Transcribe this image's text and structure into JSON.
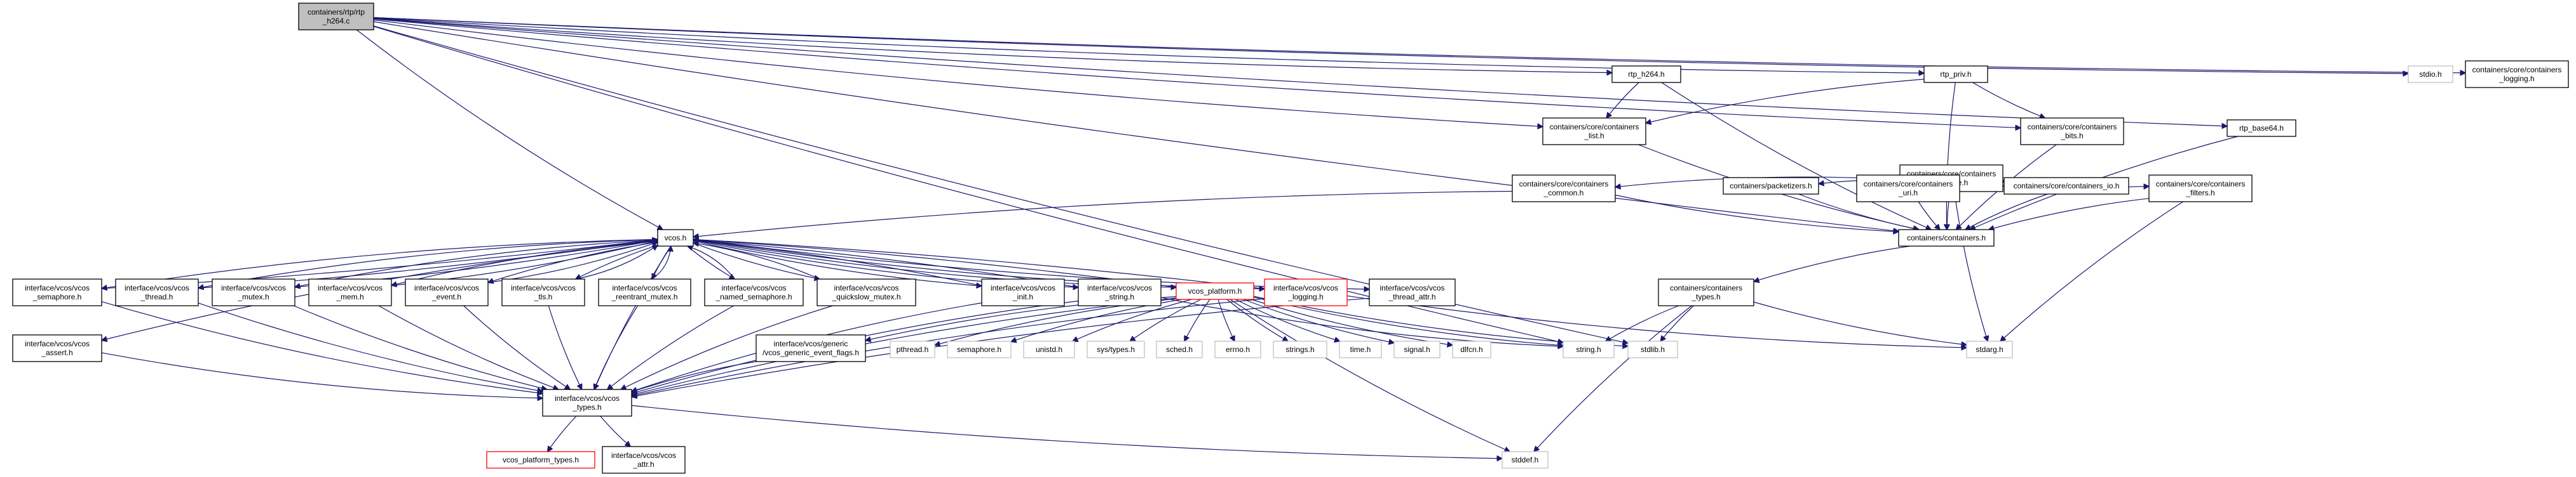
{
  "diagram": {
    "type": "include-dependency-graph",
    "colors": {
      "edge": "#191970",
      "root_fill": "#bfbfbf",
      "missing_border": "#bfbfbf",
      "truncated_border": "#ff0000",
      "border": "#000000"
    },
    "nodes": [
      {
        "id": "root",
        "lines": [
          "containers/rtp/rtp",
          "_h264.c"
        ],
        "style": "root"
      },
      {
        "id": "rtp_h264",
        "lines": [
          "rtp_h264.h"
        ],
        "style": "normal"
      },
      {
        "id": "rtp_priv",
        "lines": [
          "rtp_priv.h"
        ],
        "style": "normal"
      },
      {
        "id": "stdio",
        "lines": [
          "stdio.h"
        ],
        "style": "grey"
      },
      {
        "id": "logging_h",
        "lines": [
          "containers/core/containers",
          "_logging.h"
        ],
        "style": "normal"
      },
      {
        "id": "list",
        "lines": [
          "containers/core/containers",
          "_list.h"
        ],
        "style": "normal"
      },
      {
        "id": "bits",
        "lines": [
          "containers/core/containers",
          "_bits.h"
        ],
        "style": "normal"
      },
      {
        "id": "base64",
        "lines": [
          "rtp_base64.h"
        ],
        "style": "normal"
      },
      {
        "id": "private",
        "lines": [
          "containers/core/containers",
          "_private.h"
        ],
        "style": "normal"
      },
      {
        "id": "common",
        "lines": [
          "containers/core/containers",
          "_common.h"
        ],
        "style": "normal"
      },
      {
        "id": "packetizers",
        "lines": [
          "containers/packetizers.h"
        ],
        "style": "normal"
      },
      {
        "id": "uri",
        "lines": [
          "containers/core/containers",
          "_uri.h"
        ],
        "style": "normal"
      },
      {
        "id": "io",
        "lines": [
          "containers/core/containers_io.h"
        ],
        "style": "normal"
      },
      {
        "id": "filters",
        "lines": [
          "containers/core/containers",
          "_filters.h"
        ],
        "style": "normal"
      },
      {
        "id": "containers",
        "lines": [
          "containers/containers.h"
        ],
        "style": "normal"
      },
      {
        "id": "ctypes",
        "lines": [
          "containers/containers",
          "_types.h"
        ],
        "style": "normal"
      },
      {
        "id": "vcos",
        "lines": [
          "vcos.h"
        ],
        "style": "normal"
      },
      {
        "id": "semaphore_v",
        "lines": [
          "interface/vcos/vcos",
          "_semaphore.h"
        ],
        "style": "normal"
      },
      {
        "id": "thread_v",
        "lines": [
          "interface/vcos/vcos",
          "_thread.h"
        ],
        "style": "normal"
      },
      {
        "id": "mutex_v",
        "lines": [
          "interface/vcos/vcos",
          "_mutex.h"
        ],
        "style": "normal"
      },
      {
        "id": "mem_v",
        "lines": [
          "interface/vcos/vcos",
          "_mem.h"
        ],
        "style": "normal"
      },
      {
        "id": "event_v",
        "lines": [
          "interface/vcos/vcos",
          "_event.h"
        ],
        "style": "normal"
      },
      {
        "id": "tls_v",
        "lines": [
          "interface/vcos/vcos",
          "_tls.h"
        ],
        "style": "normal"
      },
      {
        "id": "reentrant_v",
        "lines": [
          "interface/vcos/vcos",
          "_reentrant_mutex.h"
        ],
        "style": "normal"
      },
      {
        "id": "named_sem_v",
        "lines": [
          "interface/vcos/vcos",
          "_named_semaphore.h"
        ],
        "style": "normal"
      },
      {
        "id": "quickslow_v",
        "lines": [
          "interface/vcos/vcos",
          "_quickslow_mutex.h"
        ],
        "style": "normal"
      },
      {
        "id": "init_v",
        "lines": [
          "interface/vcos/vcos",
          "_init.h"
        ],
        "style": "normal"
      },
      {
        "id": "string_v",
        "lines": [
          "interface/vcos/vcos",
          "_string.h"
        ],
        "style": "normal"
      },
      {
        "id": "platform",
        "lines": [
          "vcos_platform.h"
        ],
        "style": "red"
      },
      {
        "id": "logging_v",
        "lines": [
          "interface/vcos/vcos",
          "_logging.h"
        ],
        "style": "red"
      },
      {
        "id": "thread_attr_v",
        "lines": [
          "interface/vcos/vcos",
          "_thread_attr.h"
        ],
        "style": "normal"
      },
      {
        "id": "assert_v",
        "lines": [
          "interface/vcos/vcos",
          "_assert.h"
        ],
        "style": "normal"
      },
      {
        "id": "generic",
        "lines": [
          "interface/vcos/generic",
          "/vcos_generic_event_flags.h"
        ],
        "style": "normal"
      },
      {
        "id": "pthread",
        "lines": [
          "pthread.h"
        ],
        "style": "grey"
      },
      {
        "id": "semaphore_h",
        "lines": [
          "semaphore.h"
        ],
        "style": "grey"
      },
      {
        "id": "unistd",
        "lines": [
          "unistd.h"
        ],
        "style": "grey"
      },
      {
        "id": "systypes",
        "lines": [
          "sys/types.h"
        ],
        "style": "grey"
      },
      {
        "id": "sched",
        "lines": [
          "sched.h"
        ],
        "style": "grey"
      },
      {
        "id": "errno",
        "lines": [
          "errno.h"
        ],
        "style": "grey"
      },
      {
        "id": "strings",
        "lines": [
          "strings.h"
        ],
        "style": "grey"
      },
      {
        "id": "time",
        "lines": [
          "time.h"
        ],
        "style": "grey"
      },
      {
        "id": "signal",
        "lines": [
          "signal.h"
        ],
        "style": "grey"
      },
      {
        "id": "dlfcn",
        "lines": [
          "dlfcn.h"
        ],
        "style": "grey"
      },
      {
        "id": "string_h",
        "lines": [
          "string.h"
        ],
        "style": "grey"
      },
      {
        "id": "stdlib",
        "lines": [
          "stdlib.h"
        ],
        "style": "grey"
      },
      {
        "id": "stdarg",
        "lines": [
          "stdarg.h"
        ],
        "style": "grey"
      },
      {
        "id": "vtypes",
        "lines": [
          "interface/vcos/vcos",
          "_types.h"
        ],
        "style": "normal"
      },
      {
        "id": "ptypes",
        "lines": [
          "vcos_platform_types.h"
        ],
        "style": "red"
      },
      {
        "id": "attr_v",
        "lines": [
          "interface/vcos/vcos",
          "_attr.h"
        ],
        "style": "normal"
      },
      {
        "id": "stddef",
        "lines": [
          "stddef.h"
        ],
        "style": "grey"
      }
    ],
    "edges": [
      [
        "root",
        "rtp_h264"
      ],
      [
        "root",
        "rtp_priv"
      ],
      [
        "root",
        "stdio"
      ],
      [
        "root",
        "logging_h"
      ],
      [
        "root",
        "list"
      ],
      [
        "root",
        "bits"
      ],
      [
        "root",
        "base64"
      ],
      [
        "root",
        "containers"
      ],
      [
        "root",
        "string_h"
      ],
      [
        "root",
        "stdlib"
      ],
      [
        "root",
        "vcos"
      ],
      [
        "rtp_h264",
        "list"
      ],
      [
        "rtp_h264",
        "containers"
      ],
      [
        "rtp_priv",
        "list"
      ],
      [
        "rtp_priv",
        "bits"
      ],
      [
        "rtp_priv",
        "containers"
      ],
      [
        "list",
        "containers"
      ],
      [
        "bits",
        "containers"
      ],
      [
        "base64",
        "containers"
      ],
      [
        "private",
        "common"
      ],
      [
        "private",
        "packetizers"
      ],
      [
        "private",
        "uri"
      ],
      [
        "private",
        "io"
      ],
      [
        "private",
        "filters"
      ],
      [
        "private",
        "containers"
      ],
      [
        "private",
        "stdarg"
      ],
      [
        "common",
        "containers"
      ],
      [
        "packetizers",
        "containers"
      ],
      [
        "uri",
        "containers"
      ],
      [
        "io",
        "containers"
      ],
      [
        "filters",
        "containers"
      ],
      [
        "filters",
        "stdarg"
      ],
      [
        "containers",
        "ctypes"
      ],
      [
        "ctypes",
        "string_h"
      ],
      [
        "ctypes",
        "stdlib"
      ],
      [
        "ctypes",
        "stddef"
      ],
      [
        "ctypes",
        "stdarg"
      ],
      [
        "common",
        "vcos"
      ],
      [
        "vcos",
        "semaphore_v"
      ],
      [
        "vcos",
        "thread_v"
      ],
      [
        "vcos",
        "mutex_v"
      ],
      [
        "vcos",
        "mem_v"
      ],
      [
        "vcos",
        "event_v"
      ],
      [
        "vcos",
        "tls_v"
      ],
      [
        "vcos",
        "reentrant_v"
      ],
      [
        "vcos",
        "named_sem_v"
      ],
      [
        "vcos",
        "quickslow_v"
      ],
      [
        "vcos",
        "init_v"
      ],
      [
        "vcos",
        "string_v"
      ],
      [
        "vcos",
        "platform"
      ],
      [
        "vcos",
        "logging_v"
      ],
      [
        "vcos",
        "thread_attr_v"
      ],
      [
        "vcos",
        "assert_v"
      ],
      [
        "vcos",
        "vtypes"
      ],
      [
        "semaphore_v",
        "vtypes"
      ],
      [
        "thread_v",
        "vtypes"
      ],
      [
        "mutex_v",
        "vtypes"
      ],
      [
        "mem_v",
        "vtypes"
      ],
      [
        "event_v",
        "vtypes"
      ],
      [
        "tls_v",
        "vtypes"
      ],
      [
        "reentrant_v",
        "vtypes"
      ],
      [
        "named_sem_v",
        "vtypes"
      ],
      [
        "quickslow_v",
        "vtypes"
      ],
      [
        "init_v",
        "vtypes"
      ],
      [
        "string_v",
        "vtypes"
      ],
      [
        "assert_v",
        "vtypes"
      ],
      [
        "thread_attr_v",
        "vtypes"
      ],
      [
        "logging_v",
        "vtypes"
      ],
      [
        "logging_v",
        "stdarg"
      ],
      [
        "semaphore_v",
        "vcos"
      ],
      [
        "thread_v",
        "vcos"
      ],
      [
        "mutex_v",
        "vcos"
      ],
      [
        "mem_v",
        "vcos"
      ],
      [
        "event_v",
        "vcos"
      ],
      [
        "tls_v",
        "vcos"
      ],
      [
        "reentrant_v",
        "vcos"
      ],
      [
        "named_sem_v",
        "vcos"
      ],
      [
        "quickslow_v",
        "vcos"
      ],
      [
        "init_v",
        "vcos"
      ],
      [
        "string_v",
        "vcos"
      ],
      [
        "platform",
        "vcos"
      ],
      [
        "logging_v",
        "vcos"
      ],
      [
        "string_v",
        "string_h"
      ],
      [
        "platform",
        "generic"
      ],
      [
        "platform",
        "pthread"
      ],
      [
        "platform",
        "semaphore_h"
      ],
      [
        "platform",
        "unistd"
      ],
      [
        "platform",
        "systypes"
      ],
      [
        "platform",
        "sched"
      ],
      [
        "platform",
        "errno"
      ],
      [
        "platform",
        "strings"
      ],
      [
        "platform",
        "time"
      ],
      [
        "platform",
        "signal"
      ],
      [
        "platform",
        "dlfcn"
      ],
      [
        "platform",
        "string_h"
      ],
      [
        "platform",
        "stdlib"
      ],
      [
        "platform",
        "stddef"
      ],
      [
        "platform",
        "vtypes"
      ],
      [
        "generic",
        "vtypes"
      ],
      [
        "vtypes",
        "ptypes"
      ],
      [
        "vtypes",
        "attr_v"
      ],
      [
        "vtypes",
        "stddef"
      ]
    ]
  }
}
